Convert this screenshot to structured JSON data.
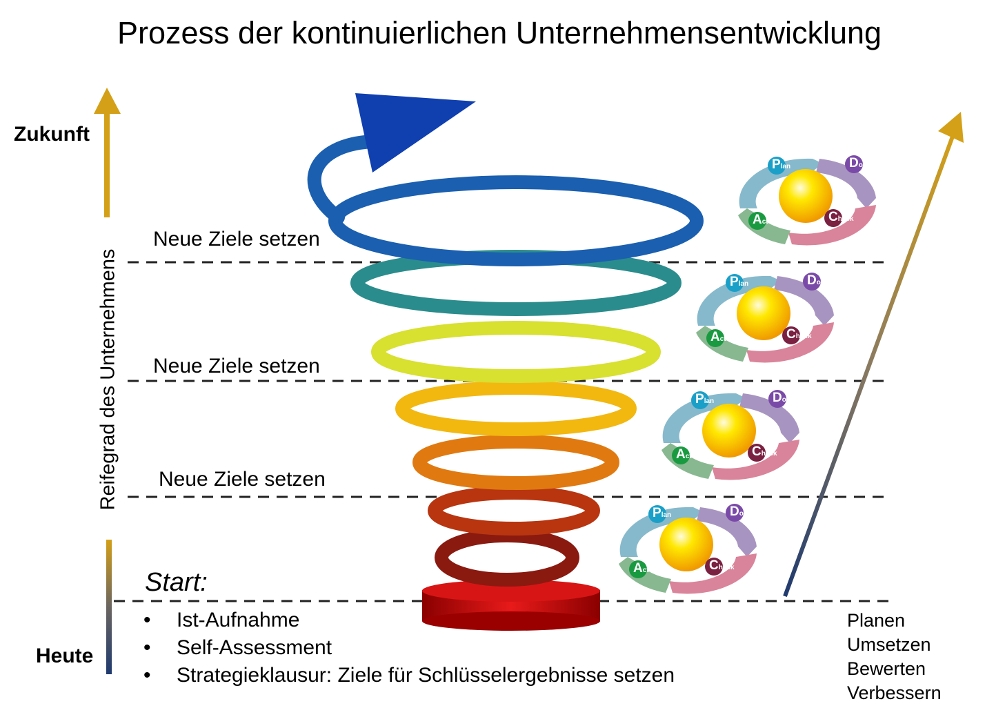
{
  "title": "Prozess der kontinuierlichen Unternehmensentwicklung",
  "axis": {
    "top_label": "Zukunft",
    "bottom_label": "Heute",
    "label": "Reifegrad des Unternehmens"
  },
  "goals": [
    "Neue Ziele setzen",
    "Neue Ziele setzen",
    "Neue Ziele setzen"
  ],
  "start": {
    "heading": "Start:",
    "bullets": [
      "Ist-Aufnahme",
      "Self-Assessment",
      "Strategieklausur: Ziele für Schlüsselergebnisse setzen"
    ]
  },
  "pdca_cycle": {
    "plan": "Plan",
    "do": "Do",
    "check": "Check",
    "act": "Act"
  },
  "pdca_steps": [
    "Planen",
    "Umsetzen",
    "Bewerten",
    "Verbessern"
  ],
  "colors": {
    "arrow_gold": "#d4a017",
    "arrow_blue": "#1f3a6e"
  }
}
